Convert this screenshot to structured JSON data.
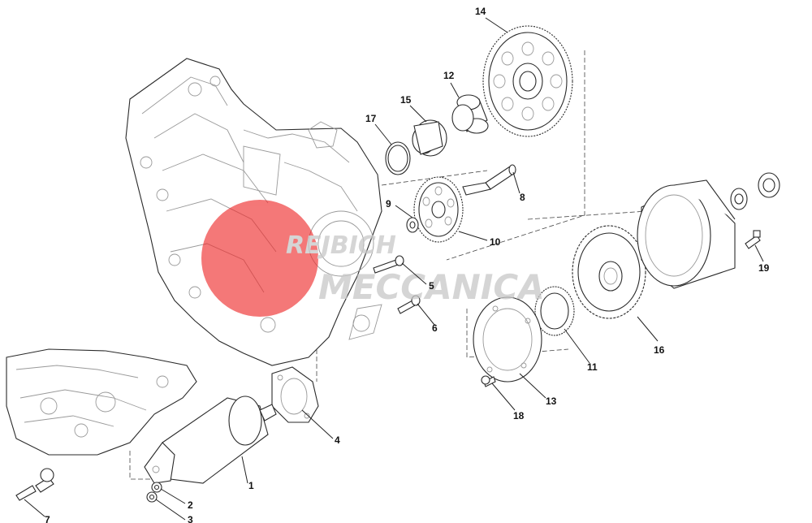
{
  "watermark": {
    "line1": "REJBICH",
    "line2": "MECCANICA",
    "color": "#ee2b2b"
  },
  "callouts": [
    {
      "id": "1",
      "label": "1"
    },
    {
      "id": "2",
      "label": "2"
    },
    {
      "id": "3",
      "label": "3"
    },
    {
      "id": "4",
      "label": "4"
    },
    {
      "id": "5",
      "label": "5"
    },
    {
      "id": "6",
      "label": "6"
    },
    {
      "id": "7",
      "label": "7"
    },
    {
      "id": "8",
      "label": "8"
    },
    {
      "id": "9",
      "label": "9"
    },
    {
      "id": "10",
      "label": "10"
    },
    {
      "id": "11",
      "label": "11"
    },
    {
      "id": "12",
      "label": "12"
    },
    {
      "id": "13",
      "label": "13"
    },
    {
      "id": "14",
      "label": "14"
    },
    {
      "id": "15",
      "label": "15"
    },
    {
      "id": "16",
      "label": "16"
    },
    {
      "id": "17",
      "label": "17"
    },
    {
      "id": "18",
      "label": "18"
    },
    {
      "id": "19",
      "label": "19"
    }
  ]
}
